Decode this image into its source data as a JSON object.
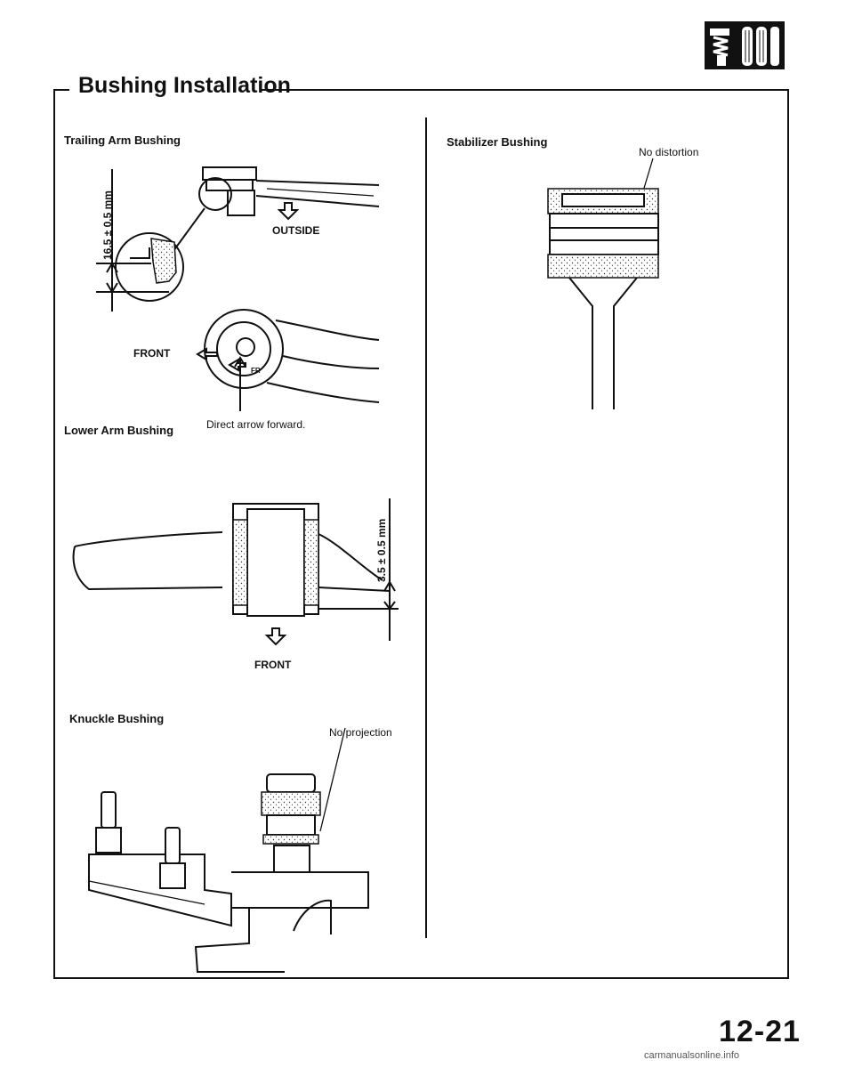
{
  "page": {
    "title": "Bushing Installation",
    "page_number": "12-21",
    "watermark": "carmanualsonline.info"
  },
  "sections": {
    "trailing_arm": {
      "caption": "Trailing Arm Bushing",
      "dimension": "16.5 ± 0.5 mm",
      "outside_label": "OUTSIDE"
    },
    "lower_arm": {
      "caption": "Lower Arm Bushing",
      "front_label": "FRONT",
      "fr_mark": "FR",
      "note": "Direct arrow forward.",
      "dimension": "3.5 ± 0.5 mm",
      "front_label_2": "FRONT"
    },
    "knuckle": {
      "caption": "Knuckle Bushing",
      "note": "No projection"
    },
    "stabilizer": {
      "caption": "Stabilizer Bushing",
      "note": "No distortion"
    }
  },
  "icons": {
    "section_icon": "suspension-shock-icon"
  }
}
